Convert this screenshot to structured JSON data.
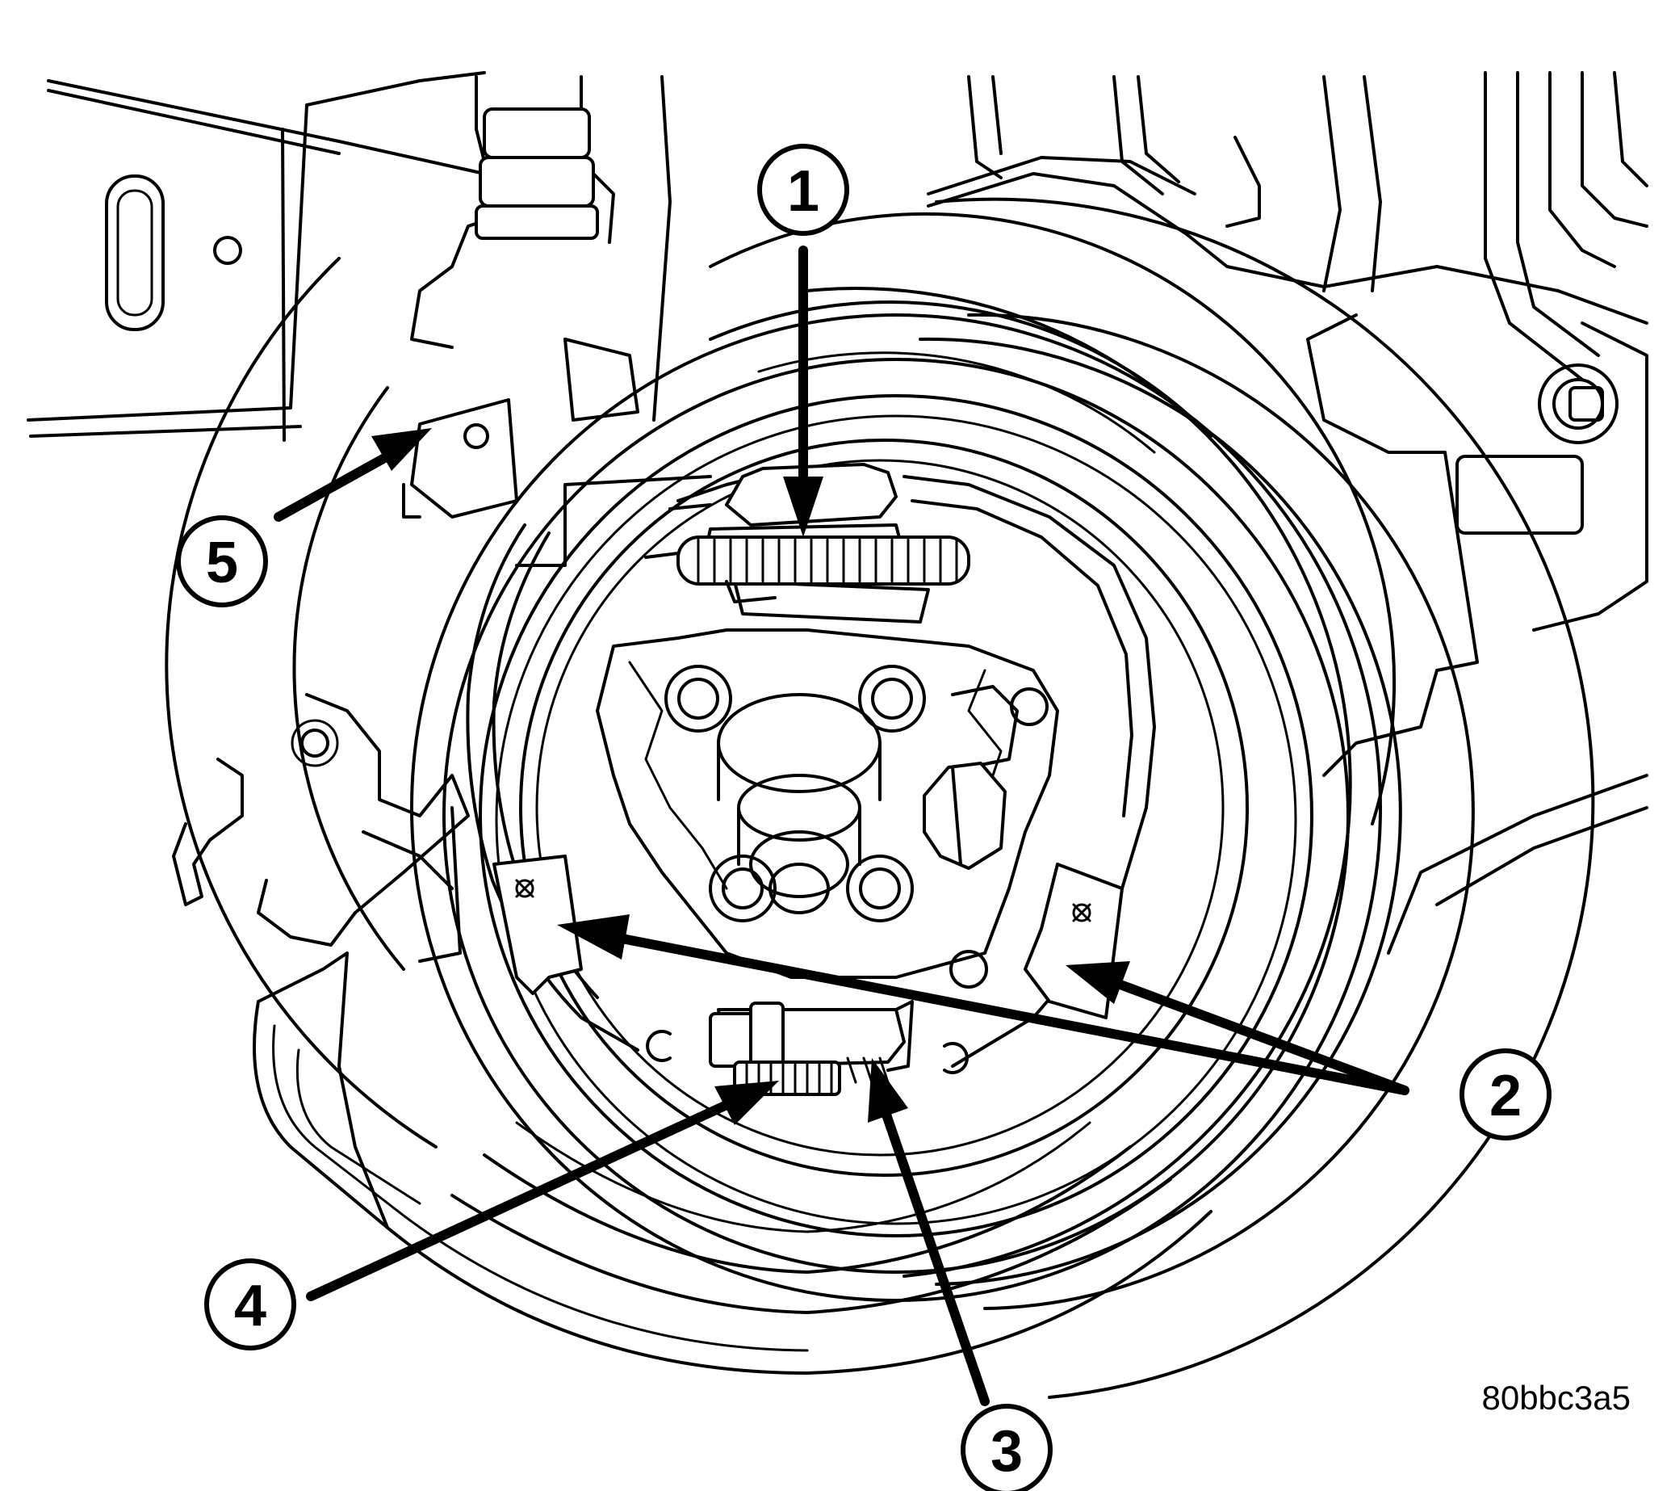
{
  "callouts": [
    {
      "id": "1",
      "label": "1"
    },
    {
      "id": "2",
      "label": "2"
    },
    {
      "id": "3",
      "label": "3"
    },
    {
      "id": "4",
      "label": "4"
    },
    {
      "id": "5",
      "label": "5"
    }
  ],
  "figure_id": "80bbc3a5"
}
